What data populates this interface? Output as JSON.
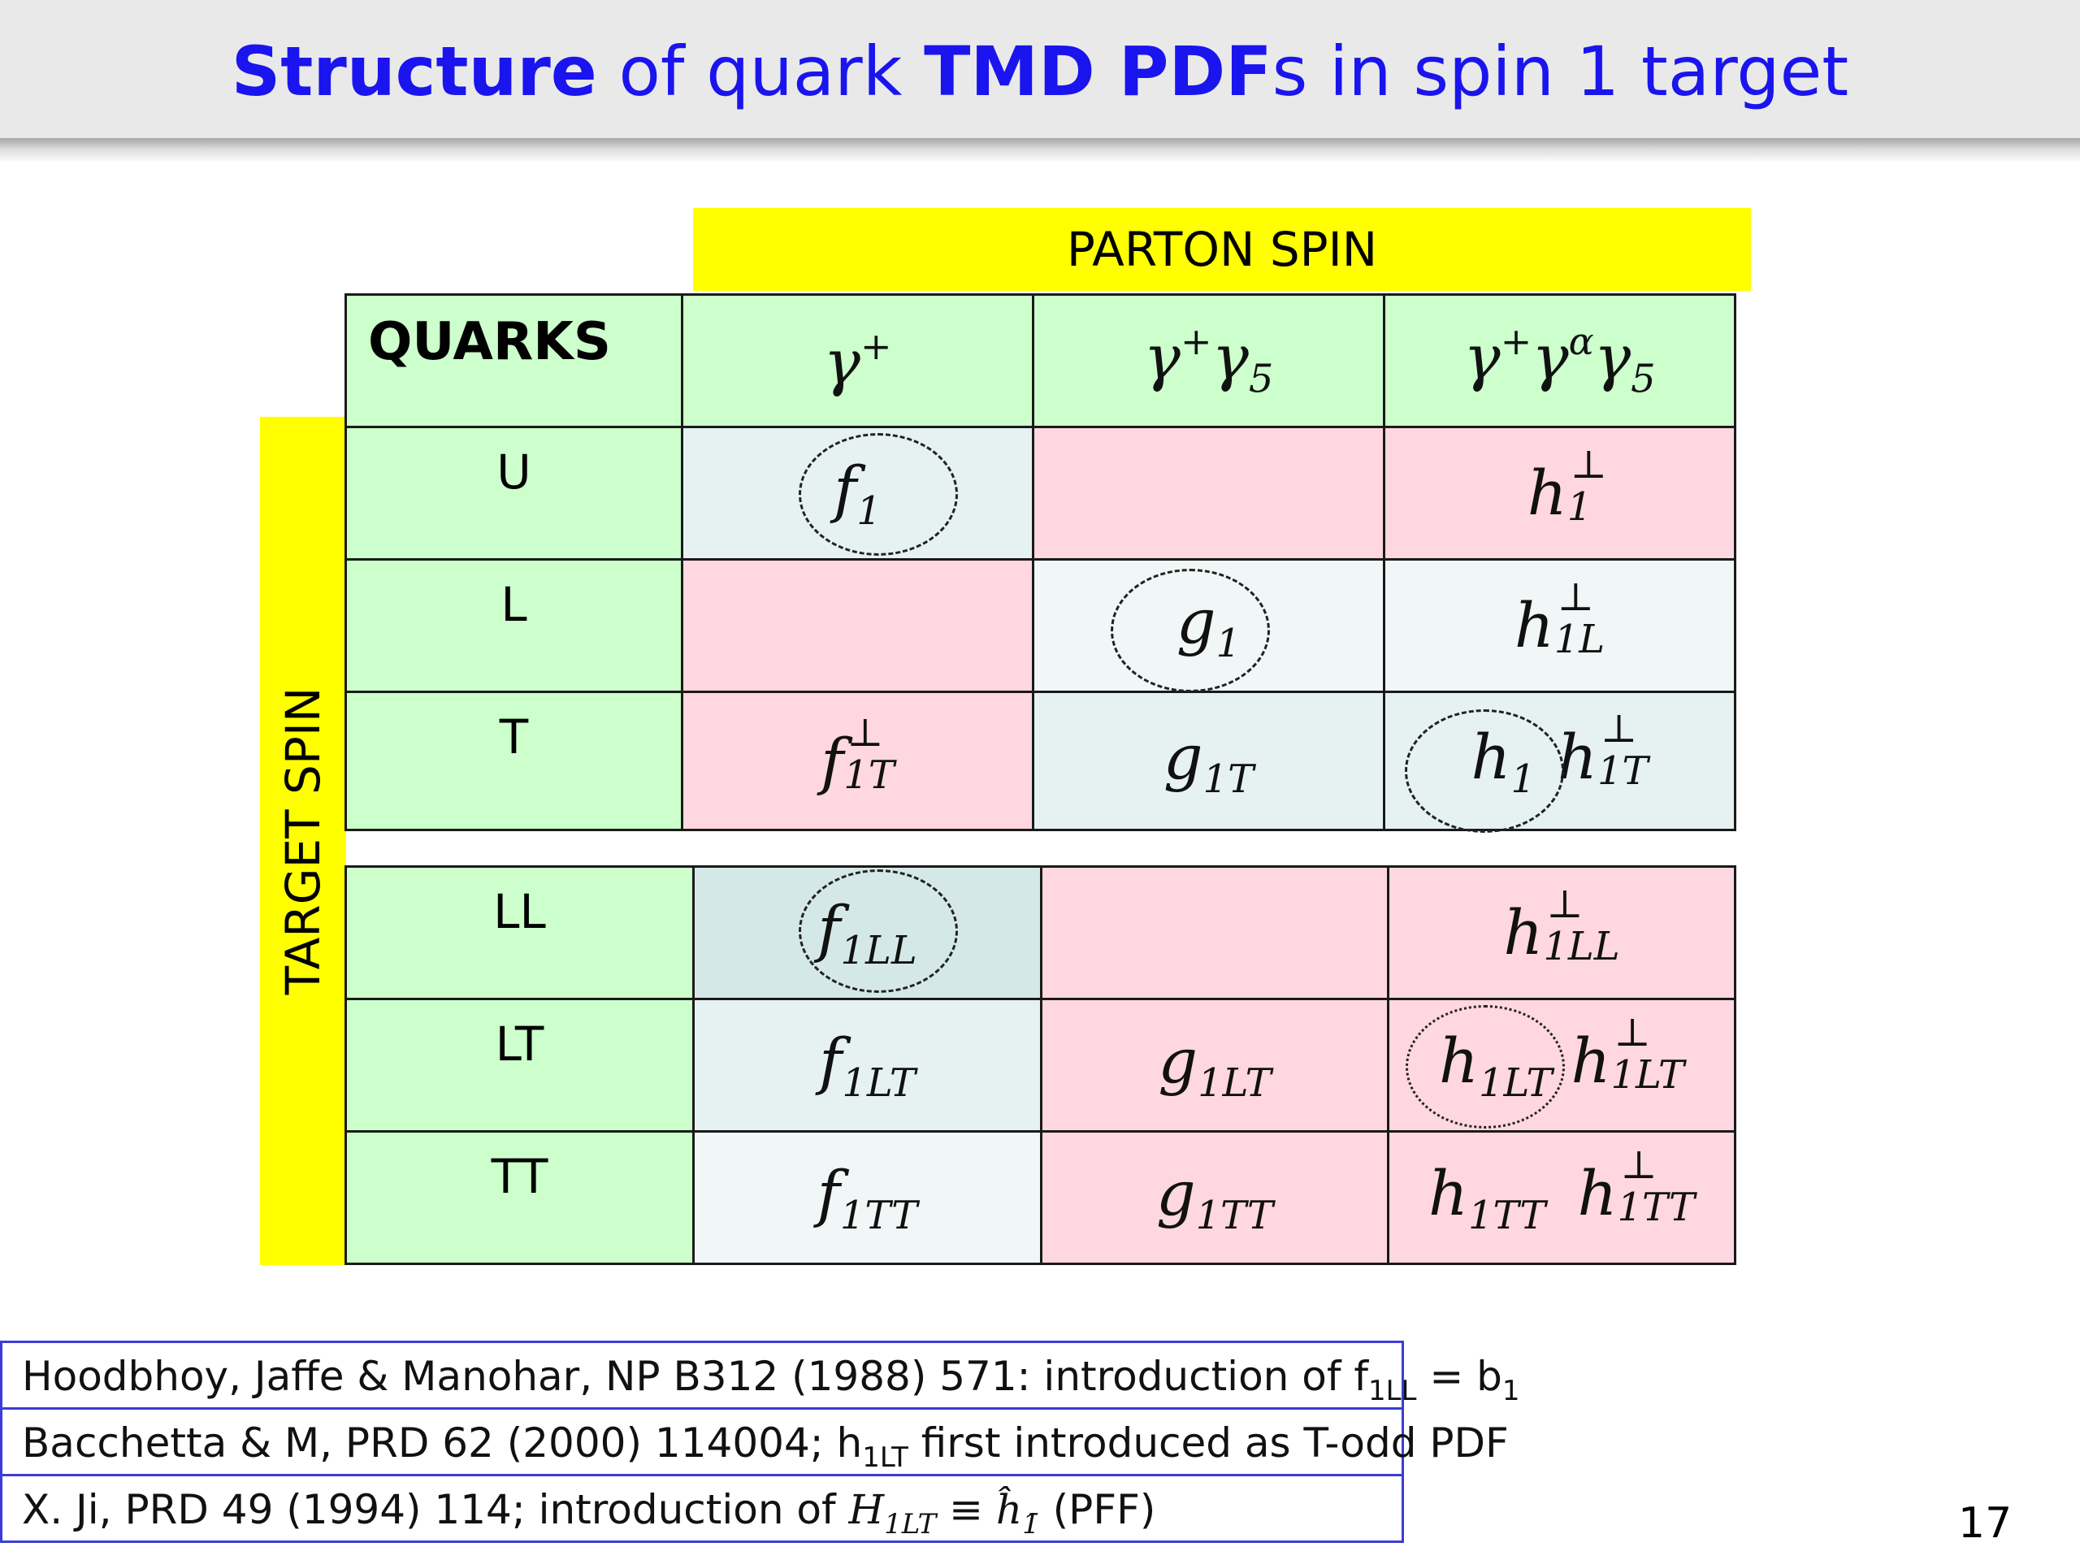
{
  "title": {
    "part1": "Structure",
    "part2": " of quark ",
    "part3": "TMD PDF",
    "part4": "s in spin 1 target"
  },
  "colors": {
    "title": "#1a14ee",
    "highlight": "#ffff00",
    "header_green": "#ccffcc",
    "pink": "#ffd7e0"
  },
  "table": {
    "column_header": "PARTON SPIN",
    "row_header": "TARGET SPIN",
    "corner": "QUARKS",
    "columns": [
      {
        "base": "γ",
        "sup": "+",
        "extra": ""
      },
      {
        "base": "γ",
        "sup": "+",
        "extra": "γ5"
      },
      {
        "base": "γ",
        "sup": "+",
        "extra": "γαγ5"
      }
    ],
    "rows": [
      {
        "label": "U",
        "cells": [
          [
            "f",
            "1",
            ""
          ],
          [
            "",
            "",
            ""
          ],
          [
            "h",
            "1",
            "⊥"
          ]
        ]
      },
      {
        "label": "L",
        "cells": [
          [
            "",
            "",
            ""
          ],
          [
            "g",
            "1",
            ""
          ],
          [
            "h",
            "1L",
            "⊥"
          ]
        ]
      },
      {
        "label": "T",
        "cells": [
          [
            "f",
            "1T",
            "⊥"
          ],
          [
            "g",
            "1T",
            ""
          ],
          [
            "h",
            "1",
            "",
            "h",
            "1T",
            "⊥"
          ]
        ]
      },
      {
        "label": "LL",
        "cells": [
          [
            "f",
            "1LL",
            ""
          ],
          [
            "",
            "",
            ""
          ],
          [
            "h",
            "1LL",
            "⊥"
          ]
        ]
      },
      {
        "label": "LT",
        "cells": [
          [
            "f",
            "1LT",
            ""
          ],
          [
            "g",
            "1LT",
            ""
          ],
          [
            "h",
            "1LT",
            "",
            "h",
            "1LT",
            "⊥"
          ]
        ]
      },
      {
        "label": "TT",
        "cells": [
          [
            "f",
            "1TT",
            ""
          ],
          [
            "g",
            "1TT",
            ""
          ],
          [
            "h",
            "1TT",
            "",
            "h",
            "1TT",
            "⊥"
          ]
        ]
      }
    ]
  },
  "references": [
    {
      "text": "Hoodbhoy, Jaffe & Manohar, NP B312 (1988) 571: introduction of f",
      "sub": "1LL",
      "tail": " = b",
      "tailsub": "1"
    },
    {
      "text": "Bacchetta & M, PRD 62 (2000) 114004; h",
      "sub": "1LT",
      "tail": " first introduced as T-odd PDF"
    },
    {
      "text": "X. Ji, PRD 49 (1994) 114; introduction of ",
      "math": "H",
      "mathsub": "1LT",
      "eq": " ≡ ĥ",
      "eqsub": "1̄",
      "tail": "  (PFF)"
    }
  ],
  "page_number": "17"
}
